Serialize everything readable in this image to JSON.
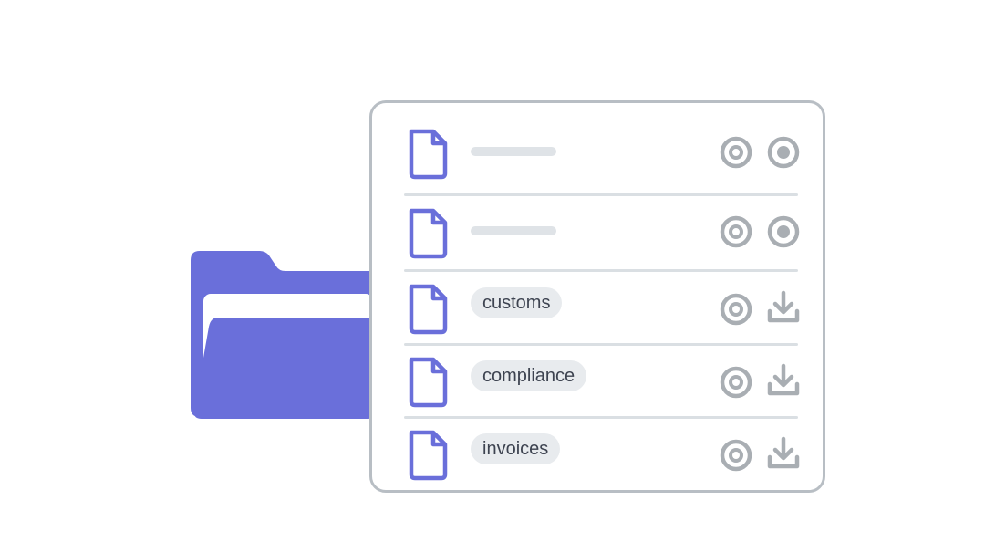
{
  "colors": {
    "folder": "#6a6fda",
    "file_icon": "#6a6fda",
    "action_icon": "#a9aeb3",
    "panel_border": "#b8bec4",
    "tag_bg": "#e8ebee",
    "tag_text": "#3d4350",
    "placeholder_bar": "#dfe3e7"
  },
  "folder": {
    "icon": "folder-open-icon"
  },
  "files": [
    {
      "tag": null,
      "icon": "file-icon",
      "actions": [
        "target-icon",
        "eye-icon"
      ]
    },
    {
      "tag": null,
      "icon": "file-icon",
      "actions": [
        "target-icon",
        "eye-icon"
      ]
    },
    {
      "tag": "customs",
      "icon": "file-icon",
      "actions": [
        "target-icon",
        "download-icon"
      ]
    },
    {
      "tag": "compliance",
      "icon": "file-icon",
      "actions": [
        "target-icon",
        "download-icon"
      ]
    },
    {
      "tag": "invoices",
      "icon": "file-icon",
      "actions": [
        "target-icon",
        "download-icon"
      ]
    }
  ]
}
